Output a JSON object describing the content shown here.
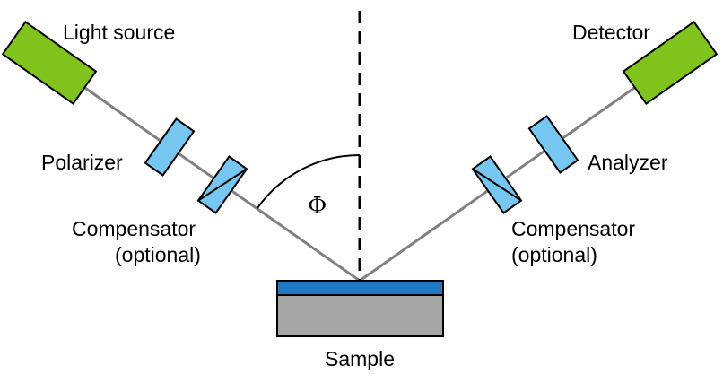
{
  "labels": {
    "light_source": "Light source",
    "detector": "Detector",
    "polarizer": "Polarizer",
    "analyzer": "Analyzer",
    "compensator_left_line1": "Compensator",
    "compensator_left_line2": "(optional)",
    "compensator_right_line1": "Compensator",
    "compensator_right_line2": "(optional)",
    "angle": "Φ",
    "sample": "Sample"
  },
  "colors": {
    "source_detector_fill": "#80c31c",
    "optic_fill": "#75c6f0",
    "sample_film": "#1f78c1",
    "sample_substrate": "#a6a6a6",
    "beam": "#808080",
    "outline": "#000000"
  }
}
